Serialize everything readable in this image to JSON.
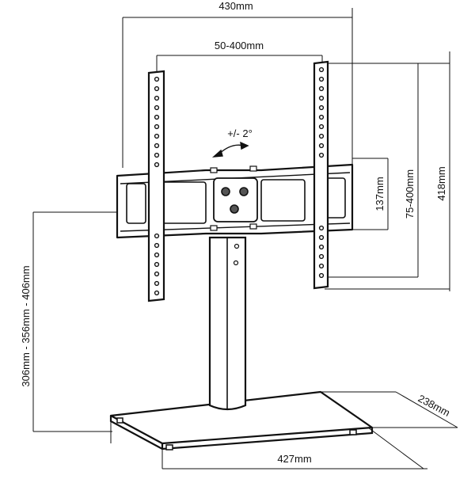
{
  "dimensions": {
    "overall_width": "430mm",
    "vesa_horizontal": "50-400mm",
    "tilt": "+/- 2°",
    "bracket_height": "137mm",
    "vesa_vertical": "75-400mm",
    "overall_height": "418mm",
    "height_range": "306mm - 356mm - 406mm",
    "base_depth": "238mm",
    "base_width": "427mm"
  }
}
